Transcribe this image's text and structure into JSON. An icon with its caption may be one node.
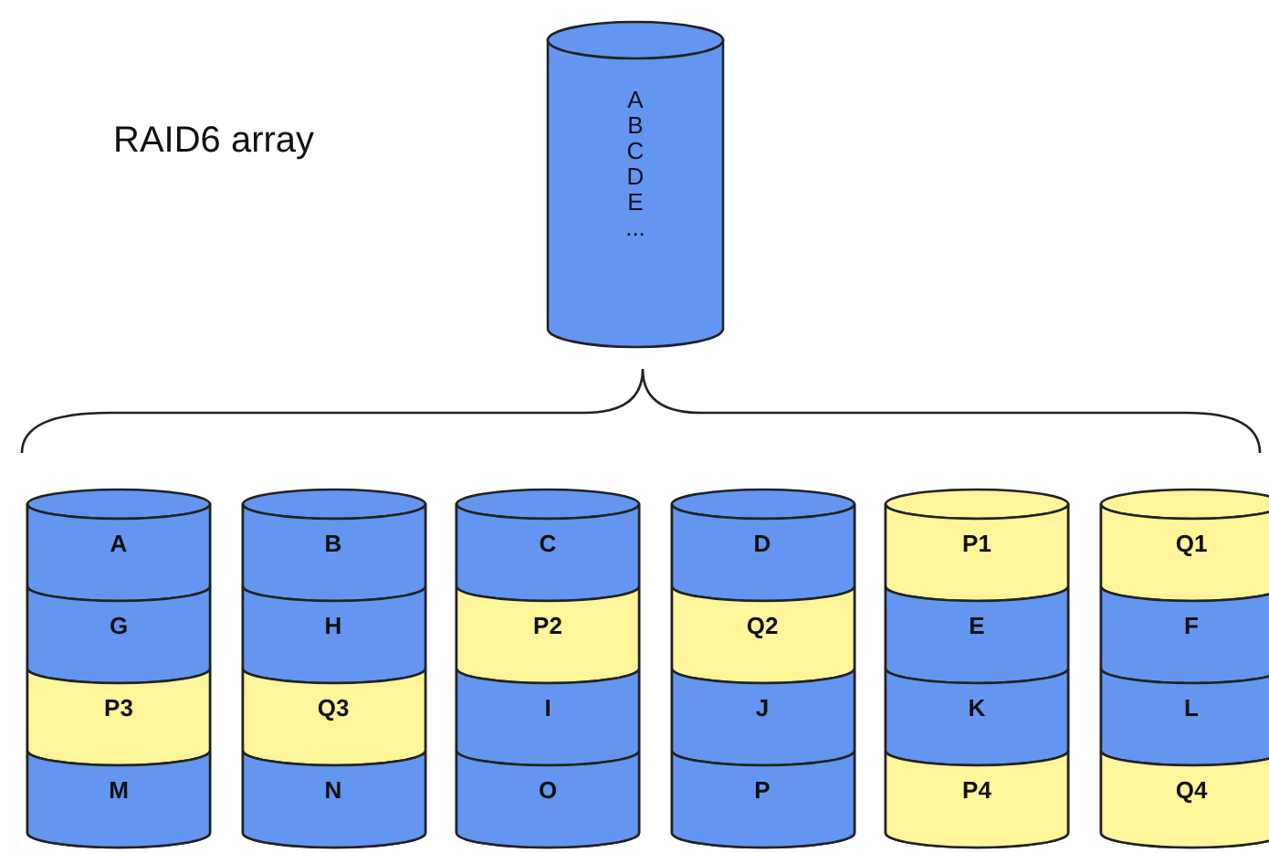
{
  "diagram": {
    "nodes": [
      {
        "text": [
          "A B C D E ..."
        ]
      },
      {
        "text": [],
        "shape": "cylinder"
      },
      {
        "text": [
          "A"
        ],
        "in": 1
      },
      {
        "text": [
          "G"
        ],
        "in": 1
      },
      {
        "text": [
          "P3"
        ],
        "in": 1
      },
      {
        "text": [
          "M"
        ],
        "in": 1
      },
      {
        "text": [],
        "shape": "cylinder"
      },
      {
        "text": [
          "B"
        ],
        "in": 6
      },
      {
        "text": [
          "H"
        ],
        "in": 6
      },
      {
        "text": [
          "Q3"
        ],
        "in": 6
      },
      {
        "text": [
          "N"
        ],
        "in": 6
      },
      {
        "text": [],
        "shape": "cylinder"
      },
      {
        "text": [
          "C"
        ],
        "in": 11
      },
      {
        "text": [
          "P2"
        ],
        "in": 11
      },
      {
        "text": [
          "I"
        ],
        "in": 11
      },
      {
        "text": [
          "O"
        ],
        "in": 11
      },
      {
        "text": [],
        "shape": "cylinder"
      },
      {
        "text": [
          "D"
        ],
        "in": 16
      },
      {
        "text": [
          "Q2"
        ],
        "in": 16
      },
      {
        "text": [
          "J"
        ],
        "in": 16
      },
      {
        "text": [
          "P"
        ],
        "in": 16
      },
      {
        "text": [],
        "shape": "cylinder"
      },
      {
        "text": [
          "P1"
        ],
        "in": 21
      },
      {
        "text": [
          "E"
        ],
        "in": 21
      },
      {
        "text": [
          "K"
        ],
        "in": 21
      },
      {
        "text": [
          "P4"
        ],
        "in": 21
      },
      {
        "text": [],
        "shape": "cylinder"
      },
      {
        "text": [
          "Q1"
        ],
        "in": 26
      },
      {
        "text": [
          "F"
        ],
        "in": 26
      },
      {
        "text": [
          "L"
        ],
        "in": 26
      },
      {
        "text": [
          "Q4"
        ],
        "in": 26
      }
    ],
    "edges": [],
    "labels": [
      "RAID6 array"
    ]
  }
}
